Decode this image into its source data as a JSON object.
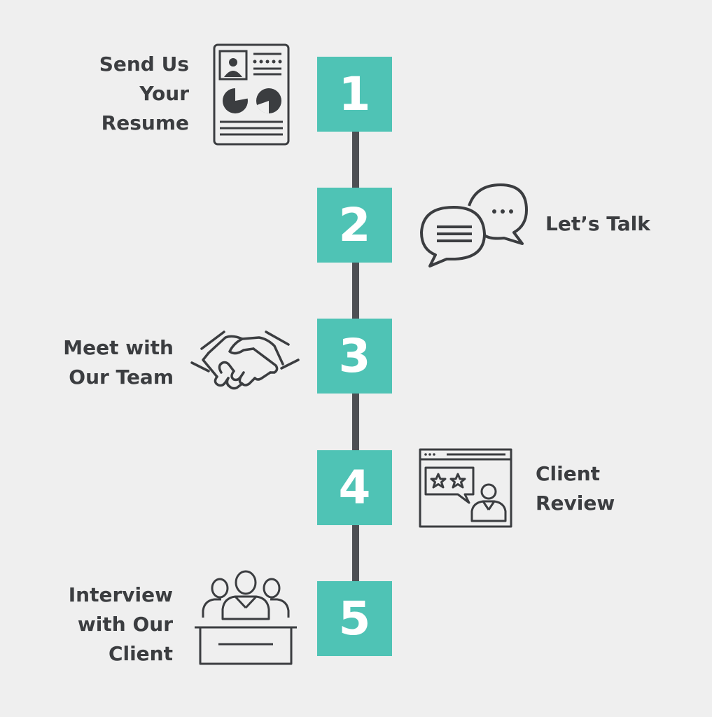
{
  "colors": {
    "background": "#efefef",
    "accent": "#4fc3b5",
    "line": "#4d4f53",
    "text": "#3b3d40"
  },
  "steps": [
    {
      "number": "1",
      "label_lines": [
        "Send Us",
        "Your",
        "Resume"
      ],
      "icon": "resume-icon"
    },
    {
      "number": "2",
      "label_lines": [
        "Let’s Talk"
      ],
      "icon": "chat-bubbles-icon"
    },
    {
      "number": "3",
      "label_lines": [
        "Meet with",
        "Our Team"
      ],
      "icon": "handshake-icon"
    },
    {
      "number": "4",
      "label_lines": [
        "Client",
        "Review"
      ],
      "icon": "client-review-icon"
    },
    {
      "number": "5",
      "label_lines": [
        "Interview",
        "with Our",
        "Client"
      ],
      "icon": "interview-panel-icon"
    }
  ]
}
